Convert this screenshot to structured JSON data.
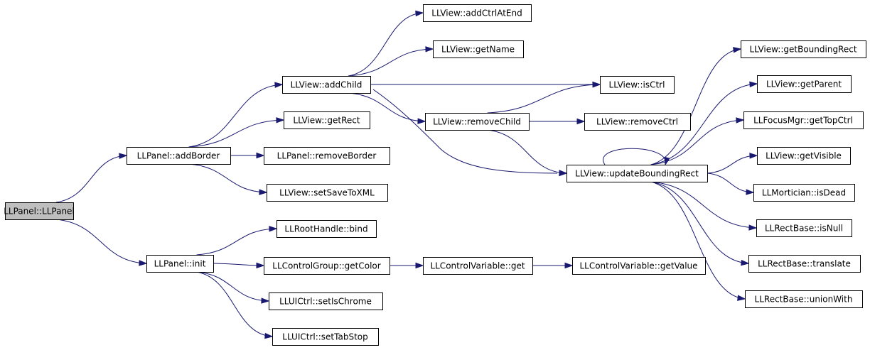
{
  "diagram": {
    "colors": {
      "edge": "#191970",
      "root_fill": "#bfbfbf",
      "node_fill": "#ffffff",
      "node_border": "#000000"
    },
    "nodes": [
      {
        "id": "llpanel_llpanel",
        "label": "LLPanel::LLPanel",
        "root": true
      },
      {
        "id": "llpanel_addborder",
        "label": "LLPanel::addBorder"
      },
      {
        "id": "llpanel_init",
        "label": "LLPanel::init"
      },
      {
        "id": "llview_addchild",
        "label": "LLView::addChild"
      },
      {
        "id": "llview_getrect",
        "label": "LLView::getRect"
      },
      {
        "id": "llpanel_removeborder",
        "label": "LLPanel::removeBorder"
      },
      {
        "id": "llview_setsavetoxml",
        "label": "LLView::setSaveToXML"
      },
      {
        "id": "llview_addctrlatend",
        "label": "LLView::addCtrlAtEnd"
      },
      {
        "id": "llview_getname",
        "label": "LLView::getName"
      },
      {
        "id": "llview_isctrl",
        "label": "LLView::isCtrl"
      },
      {
        "id": "llview_removechild",
        "label": "LLView::removeChild"
      },
      {
        "id": "llview_removectrl",
        "label": "LLView::removeCtrl"
      },
      {
        "id": "llview_updateboundingrect",
        "label": "LLView::updateBoundingRect"
      },
      {
        "id": "llview_getboundingrect",
        "label": "LLView::getBoundingRect"
      },
      {
        "id": "llview_getparent",
        "label": "LLView::getParent"
      },
      {
        "id": "llfocusmgr_gettopctrl",
        "label": "LLFocusMgr::getTopCtrl"
      },
      {
        "id": "llview_getvisible",
        "label": "LLView::getVisible"
      },
      {
        "id": "llmortician_isdead",
        "label": "LLMortician::isDead"
      },
      {
        "id": "llrectbase_isnull",
        "label": "LLRectBase::isNull"
      },
      {
        "id": "llrectbase_translate",
        "label": "LLRectBase::translate"
      },
      {
        "id": "llrectbase_unionwith",
        "label": "LLRectBase::unionWith"
      },
      {
        "id": "llroothandle_bind",
        "label": "LLRootHandle::bind"
      },
      {
        "id": "llcontrolgroup_getcolor",
        "label": "LLControlGroup::getColor"
      },
      {
        "id": "llcontrolvariable_get",
        "label": "LLControlVariable::get"
      },
      {
        "id": "llcontrolvariable_getvalue",
        "label": "LLControlVariable::getValue"
      },
      {
        "id": "lluictrl_setischrome",
        "label": "LLUICtrl::setIsChrome"
      },
      {
        "id": "lluictrl_settabstop",
        "label": "LLUICtrl::setTabStop"
      }
    ],
    "edges": [
      {
        "from": "llpanel_llpanel",
        "to": "llpanel_addborder"
      },
      {
        "from": "llpanel_llpanel",
        "to": "llpanel_init"
      },
      {
        "from": "llpanel_addborder",
        "to": "llview_addchild"
      },
      {
        "from": "llpanel_addborder",
        "to": "llview_getrect"
      },
      {
        "from": "llpanel_addborder",
        "to": "llpanel_removeborder"
      },
      {
        "from": "llpanel_addborder",
        "to": "llview_setsavetoxml"
      },
      {
        "from": "llview_addchild",
        "to": "llview_addctrlatend"
      },
      {
        "from": "llview_addchild",
        "to": "llview_getname"
      },
      {
        "from": "llview_addchild",
        "to": "llview_isctrl"
      },
      {
        "from": "llview_addchild",
        "to": "llview_removechild"
      },
      {
        "from": "llview_addchild",
        "to": "llview_updateboundingrect"
      },
      {
        "from": "llview_removechild",
        "to": "llview_isctrl"
      },
      {
        "from": "llview_removechild",
        "to": "llview_removectrl"
      },
      {
        "from": "llview_removechild",
        "to": "llview_updateboundingrect"
      },
      {
        "from": "llview_updateboundingrect",
        "to": "llview_updateboundingrect"
      },
      {
        "from": "llview_updateboundingrect",
        "to": "llview_getboundingrect"
      },
      {
        "from": "llview_updateboundingrect",
        "to": "llview_getparent"
      },
      {
        "from": "llview_updateboundingrect",
        "to": "llfocusmgr_gettopctrl"
      },
      {
        "from": "llview_updateboundingrect",
        "to": "llview_getvisible"
      },
      {
        "from": "llview_updateboundingrect",
        "to": "llmortician_isdead"
      },
      {
        "from": "llview_updateboundingrect",
        "to": "llrectbase_isnull"
      },
      {
        "from": "llview_updateboundingrect",
        "to": "llrectbase_translate"
      },
      {
        "from": "llview_updateboundingrect",
        "to": "llrectbase_unionwith"
      },
      {
        "from": "llpanel_init",
        "to": "llroothandle_bind"
      },
      {
        "from": "llpanel_init",
        "to": "llcontrolgroup_getcolor"
      },
      {
        "from": "llpanel_init",
        "to": "lluictrl_setischrome"
      },
      {
        "from": "llpanel_init",
        "to": "lluictrl_settabstop"
      },
      {
        "from": "llcontrolgroup_getcolor",
        "to": "llcontrolvariable_get"
      },
      {
        "from": "llcontrolvariable_get",
        "to": "llcontrolvariable_getvalue"
      }
    ]
  }
}
